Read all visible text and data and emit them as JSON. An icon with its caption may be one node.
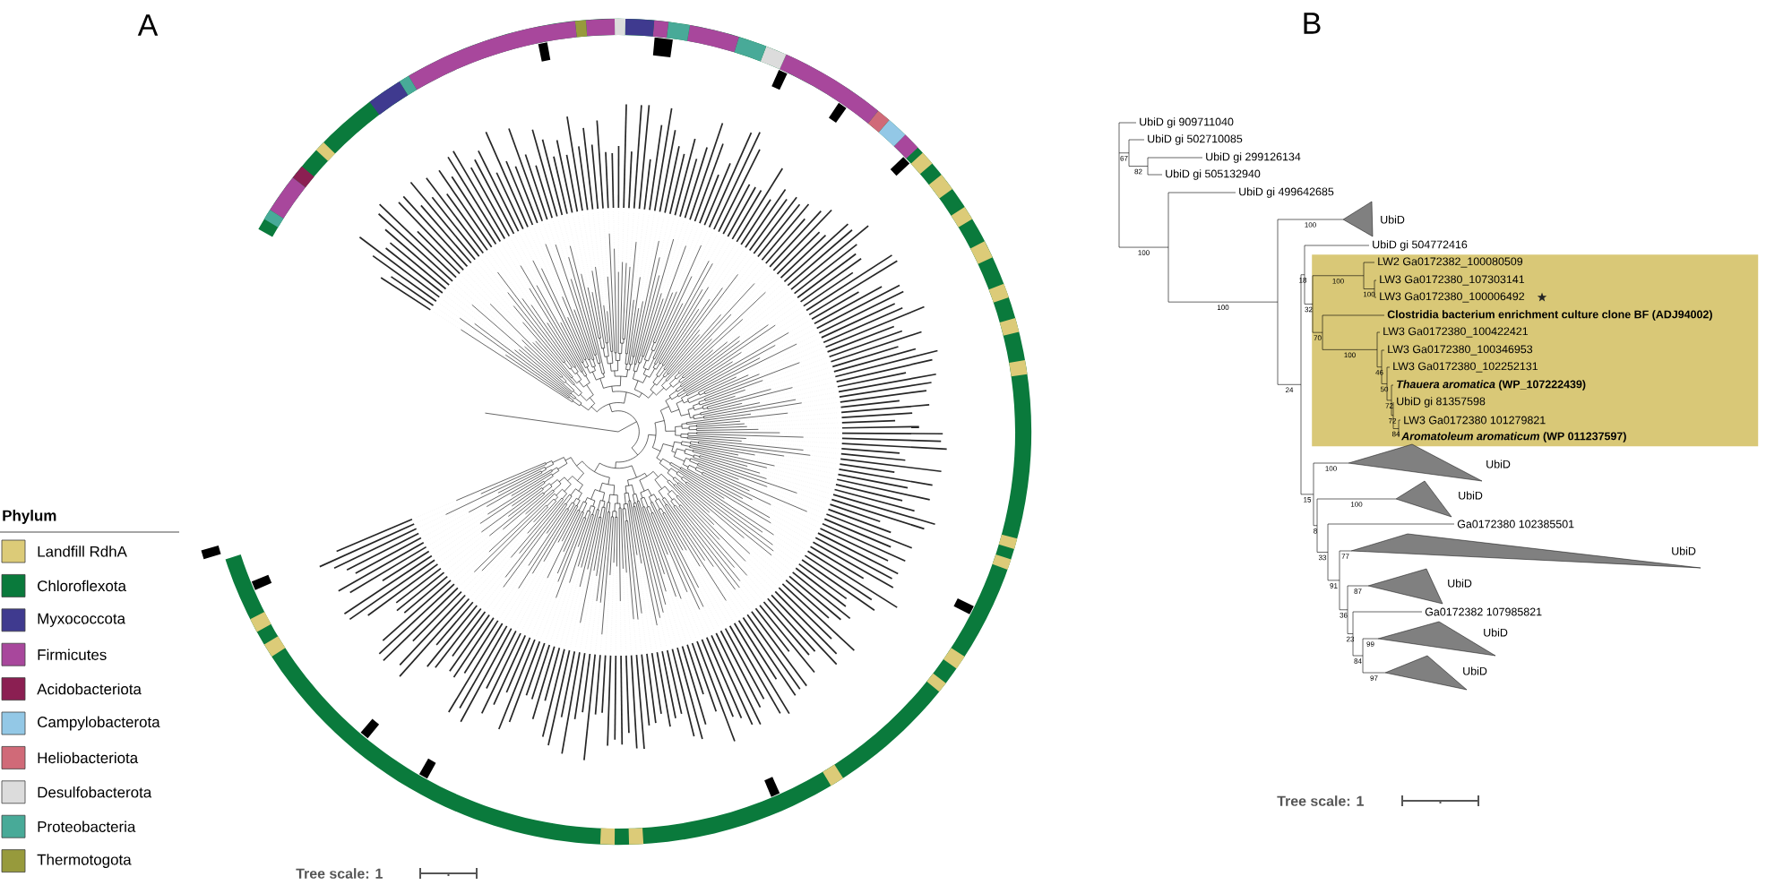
{
  "diagram": {
    "nodes": [
      {
        "text": [
          "LW2 Ga0172382_100080509",
          "LW3 Ga0172380_107303141",
          "LW3 Ga0172380_100006492",
          "Clostridia bacterium enrichment culture clone BF (ADJ94002)",
          "LW3 Ga0172380_100422421",
          "LW3 Ga0172380_100346953",
          "LW3 Ga0172380_102252131",
          "*Thauera aromatica* (WP_107222439)",
          "UbiD gi 81357598",
          "LW3 Ga0172380 101279821",
          "*Aromatoleum aromaticum* (WP 011237597)"
        ]
      }
    ],
    "labels": [
      "A",
      "B",
      "UbiD gi 909711040",
      "UbiD gi 502710085",
      "UbiD gi 299126134",
      "UbiD gi 505132940",
      "UbiD gi 499642685",
      "UbiD",
      "UbiD gi 504772416",
      "UbiD",
      "UbiD",
      "Ga0172380 102385501",
      "UbiD",
      "UbiD",
      "Ga0172382 107985821",
      "UbiD",
      "UbiD",
      "67",
      "82",
      "100",
      "100",
      "100",
      "24",
      "18",
      "32",
      "100",
      "100",
      "70",
      "100",
      "46",
      "50",
      "72",
      "72",
      "84",
      "15",
      "100",
      "8",
      "100",
      "33",
      "91",
      "77",
      "36",
      "87",
      "23",
      "84",
      "99",
      "97",
      "Phylum",
      "Tree scale: 1",
      "Tree scale: 1"
    ],
    "legend": [
      {
        "text": "Landfill RdhA",
        "color": "#dccb78"
      },
      {
        "text": "Chloroflexota",
        "color": "#0a7a3c"
      },
      {
        "text": "Myxococcota",
        "color": "#3f3a8f"
      },
      {
        "text": "Firmicutes",
        "color": "#a8479c"
      },
      {
        "text": "Acidobacteriota",
        "color": "#8b1f52"
      },
      {
        "text": "Campylobacterota",
        "color": "#93c8e6"
      },
      {
        "text": "Heliobacteriota",
        "color": "#d06a78"
      },
      {
        "text": "Desulfobacterota",
        "color": "#dcdcdc"
      },
      {
        "text": "Proteobacteria",
        "color": "#48aa98"
      },
      {
        "text": "Thermotogota",
        "color": "#979a3c"
      }
    ]
  }
}
